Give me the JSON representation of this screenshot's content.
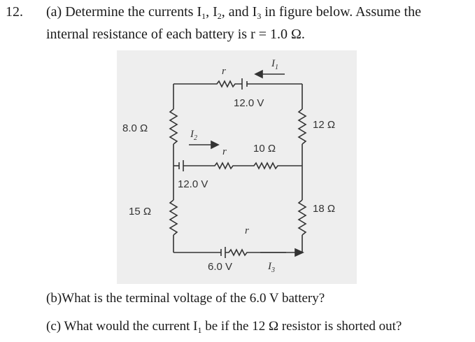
{
  "question": {
    "number": "12.",
    "line1_a": "(a) Determine the currents I",
    "sub1": "1",
    "sep1": ", I",
    "sub2": "2",
    "sep2": ", and I",
    "sub3": "3",
    "line1_b": " in figure below. Assume the",
    "line2": "internal resistance of each battery is r = 1.0 Ω."
  },
  "figure": {
    "label_I1": "I",
    "sub_I1": "1",
    "label_I2": "I",
    "sub_I2": "2",
    "label_I3": "I",
    "sub_I3": "3",
    "r_top": "r",
    "r_mid": "r",
    "r_bot": "r",
    "battery_top": "12.0 V",
    "battery_mid": "12.0 V",
    "battery_bot": "6.0 V",
    "res_left_top": "8.0 Ω",
    "res_left_bot": "15 Ω",
    "res_right_top": "12 Ω",
    "res_right_bot": "18 Ω",
    "res_mid": "10 Ω"
  },
  "part_b": "(b)What is the terminal voltage of the 6.0 V battery?",
  "part_c_a": "(c) What would the current I",
  "part_c_sub": "1",
  "part_c_b": " be if the 12 Ω resistor is shorted out?"
}
